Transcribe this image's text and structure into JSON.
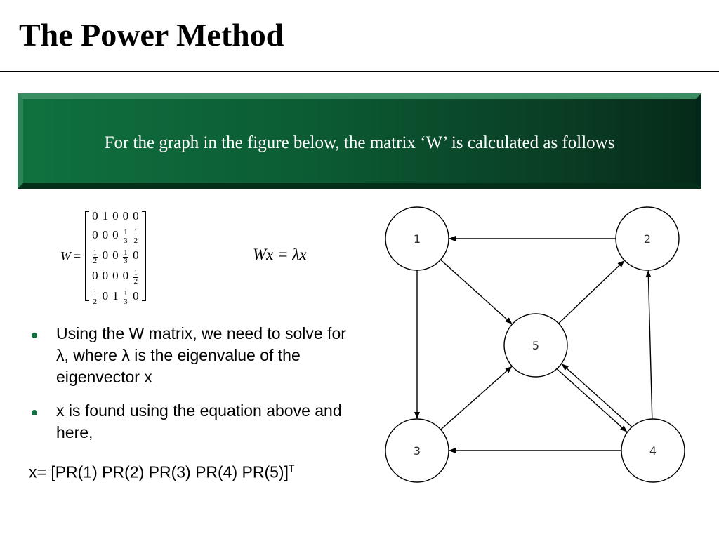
{
  "title": "The Power Method",
  "banner": "For the graph in the figure below, the matrix ‘W’ is calculated as follows",
  "matrix": {
    "label": "W",
    "equals": "=",
    "rows": [
      [
        "0",
        "1",
        "0",
        "0",
        "0"
      ],
      [
        "0",
        "0",
        "0",
        "1/3",
        "1/2"
      ],
      [
        "1/2",
        "0",
        "0",
        "1/3",
        "0"
      ],
      [
        "0",
        "0",
        "0",
        "0",
        "1/2"
      ],
      [
        "1/2",
        "0",
        "1",
        "1/3",
        "0"
      ]
    ]
  },
  "eigen_equation": "Wx = λx",
  "bullets": [
    "Using the W matrix, we need to solve for λ, where λ is the eigenvalue of the eigenvector x",
    "x is found using the equation above and here,"
  ],
  "x_equation": {
    "text": "x= [PR(1) PR(2) PR(3) PR(4) PR(5)]",
    "superscript": "T"
  },
  "graph": {
    "nodes": [
      {
        "id": "1",
        "label": "1"
      },
      {
        "id": "2",
        "label": "2"
      },
      {
        "id": "3",
        "label": "3"
      },
      {
        "id": "4",
        "label": "4"
      },
      {
        "id": "5",
        "label": "5"
      }
    ],
    "edges": [
      {
        "from": "2",
        "to": "1"
      },
      {
        "from": "1",
        "to": "5"
      },
      {
        "from": "1",
        "to": "3"
      },
      {
        "from": "5",
        "to": "2"
      },
      {
        "from": "3",
        "to": "5"
      },
      {
        "from": "4",
        "to": "2"
      },
      {
        "from": "4",
        "to": "3"
      },
      {
        "from": "4",
        "to": "5"
      },
      {
        "from": "5",
        "to": "4"
      }
    ]
  }
}
